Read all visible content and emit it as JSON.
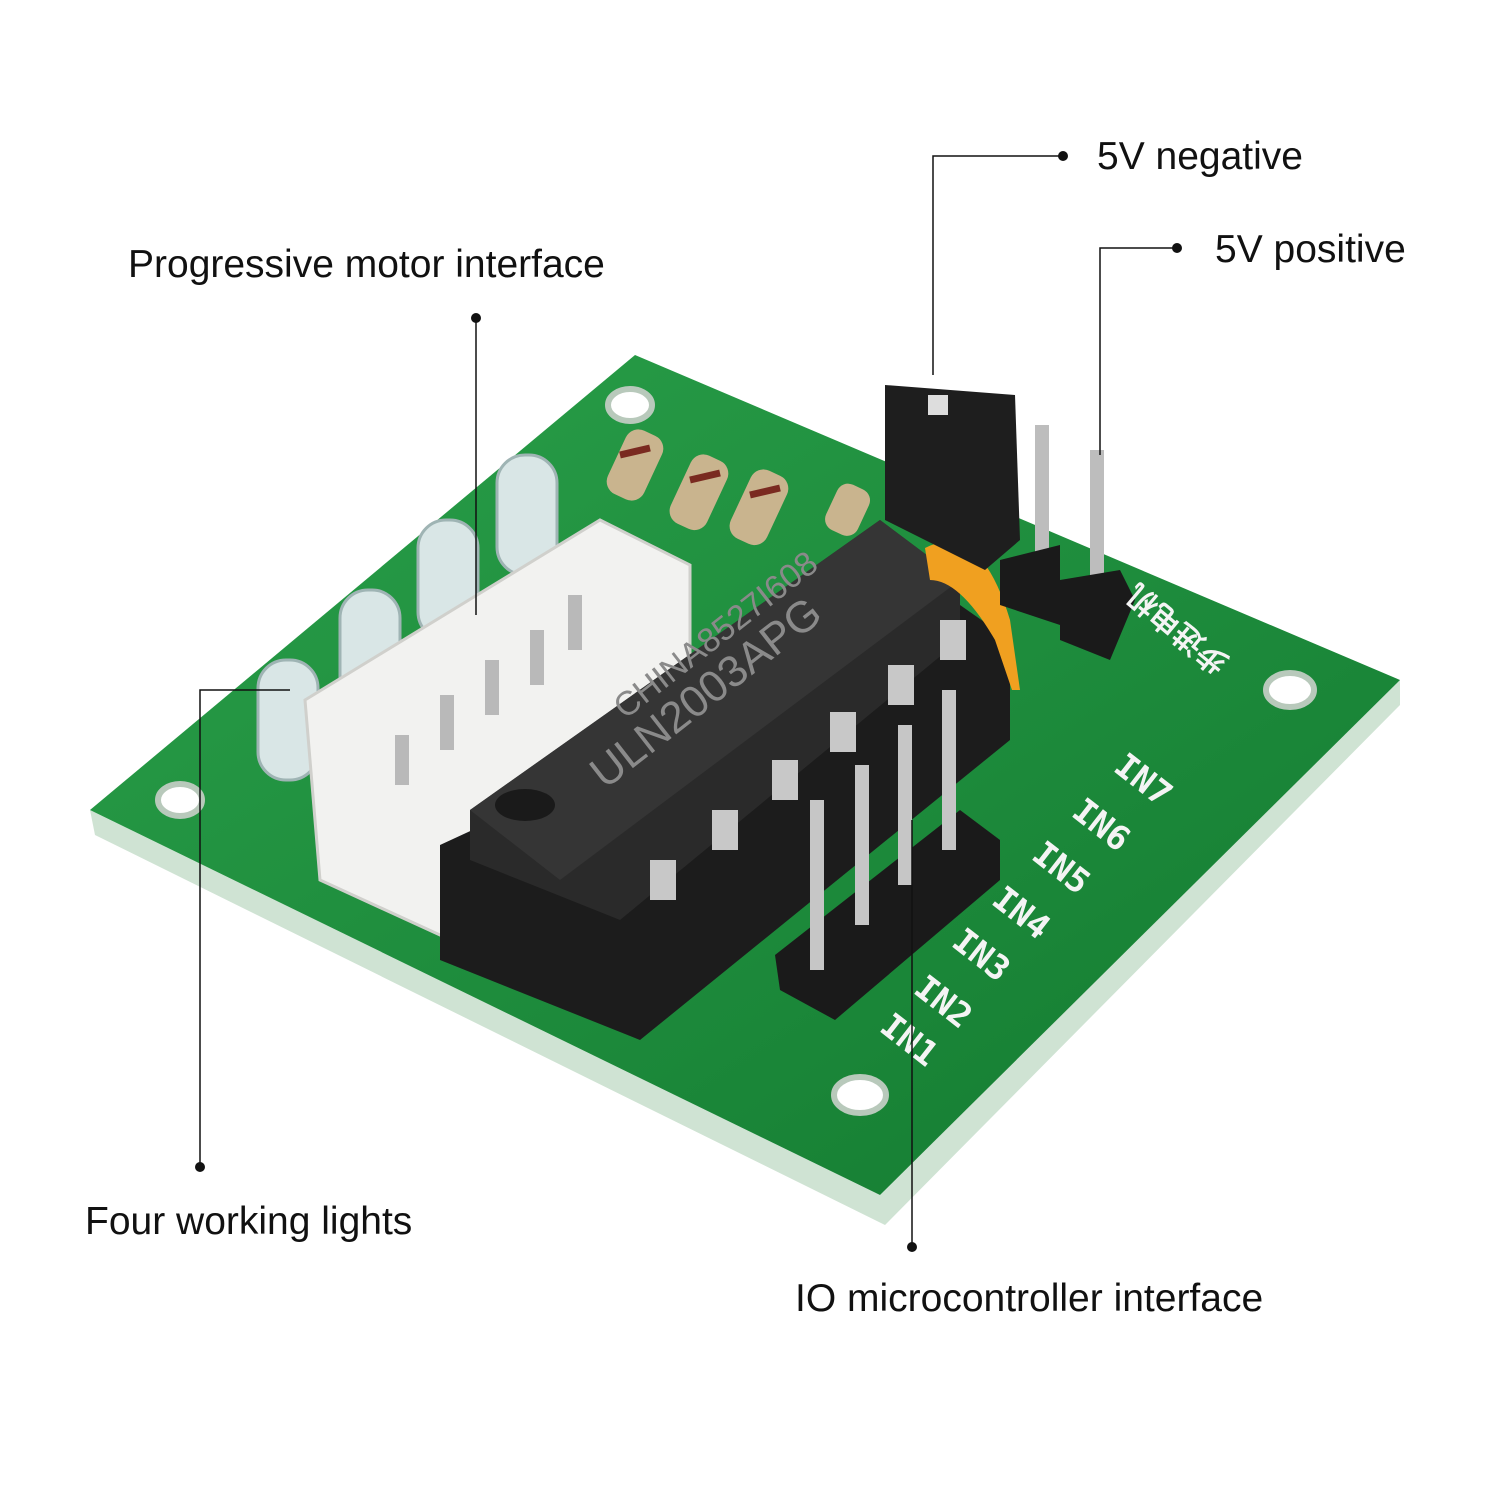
{
  "callouts": {
    "neg": "5V negative",
    "pos": "5V positive",
    "motor": "Progressive motor interface",
    "lights": "Four working lights",
    "io": "IO microcontroller interface"
  },
  "board": {
    "chip_line1": "CHINA8527I608",
    "chip_line2": "ULN2003APG",
    "pin_labels": [
      "IN1",
      "IN2",
      "IN3",
      "IN4",
      "IN5",
      "IN6",
      "IN7"
    ],
    "silk_chinese": "步进电机",
    "colors": {
      "pcb": "#1f8a3a",
      "chip": "#2a2a2a",
      "connector": "#f2f2f0",
      "silk": "#f4f4f4"
    }
  }
}
